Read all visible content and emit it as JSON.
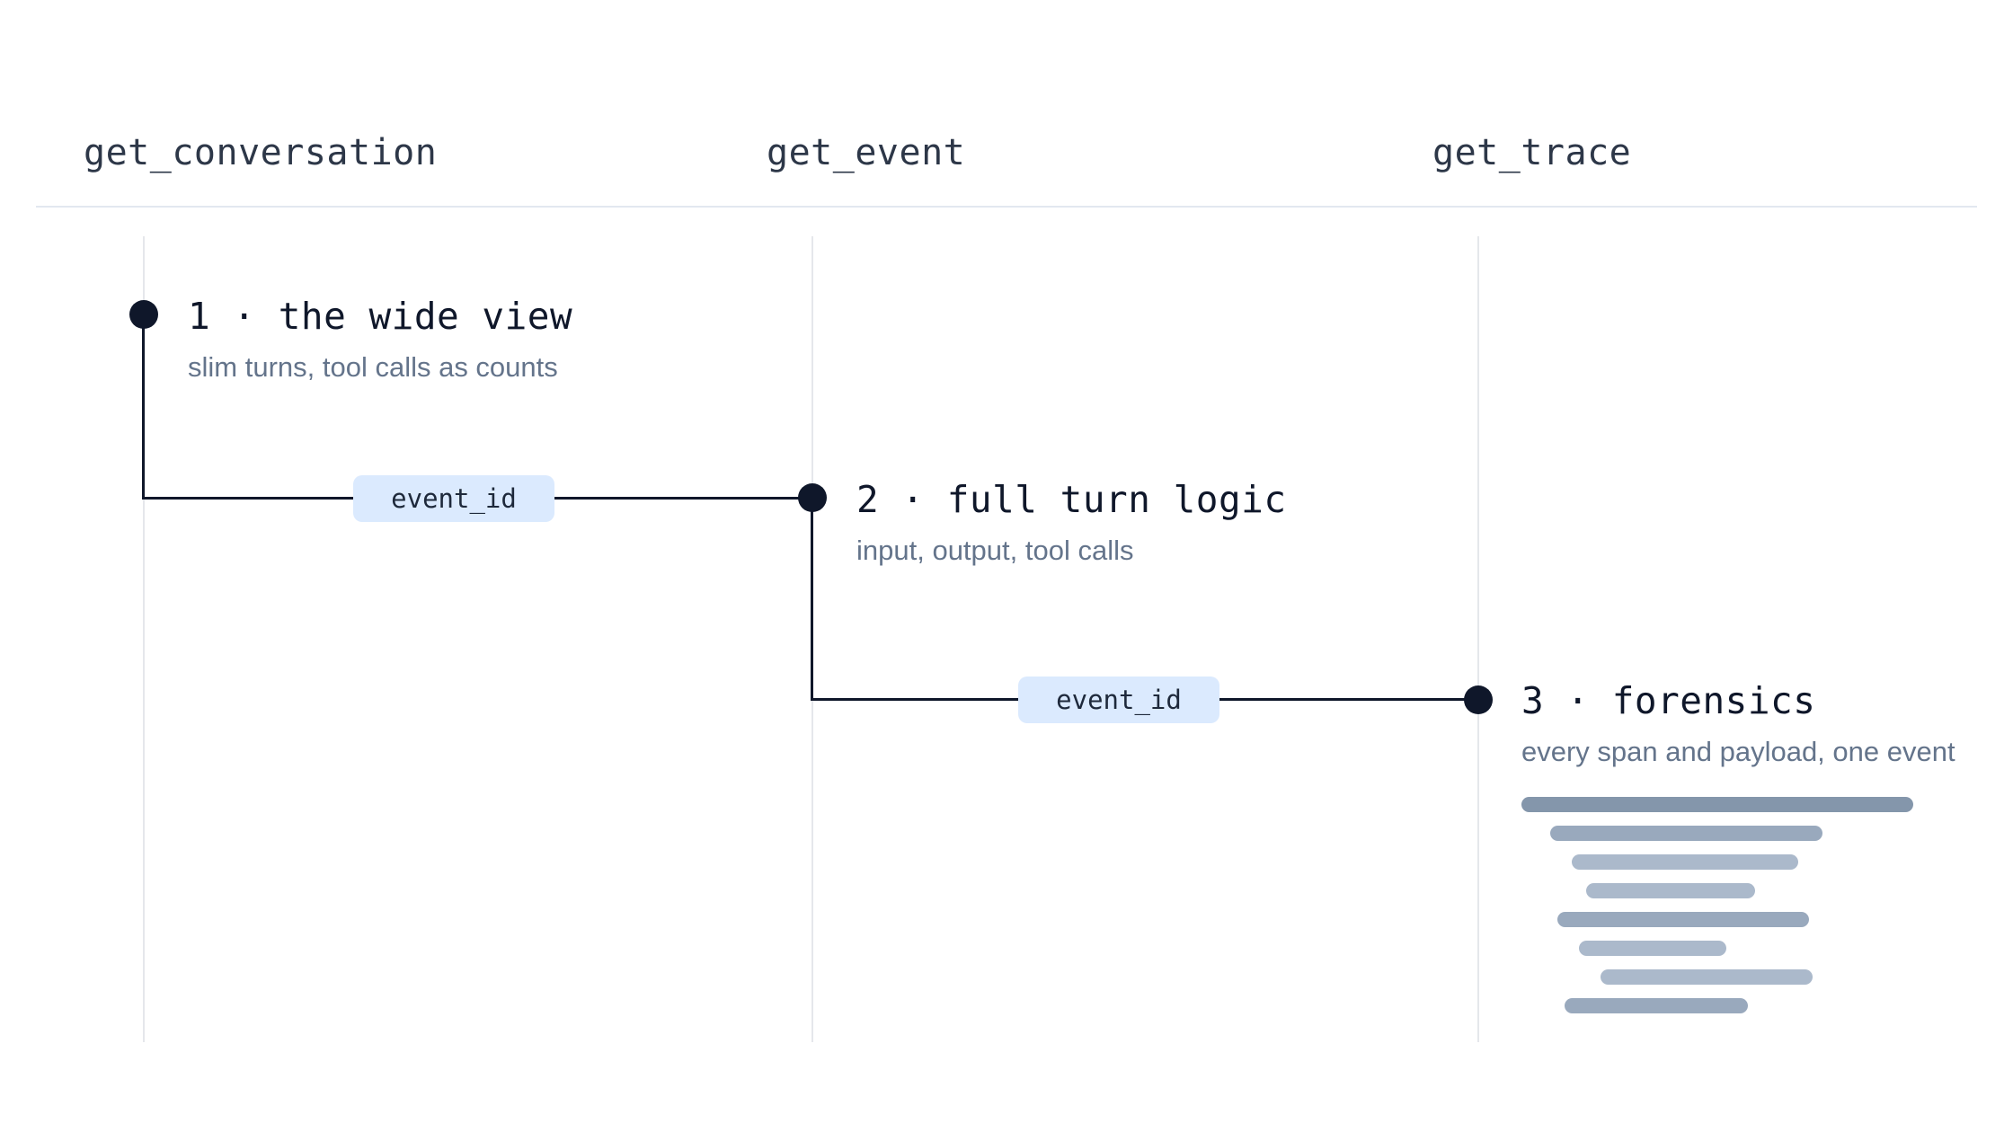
{
  "columns": [
    {
      "title": "get_conversation"
    },
    {
      "title": "get_event"
    },
    {
      "title": "get_trace"
    }
  ],
  "steps": [
    {
      "title": "1 · the wide view",
      "subtitle": "slim turns, tool calls as counts"
    },
    {
      "title": "2 · full turn logic",
      "subtitle": "input, output, tool calls"
    },
    {
      "title": "3 · forensics",
      "subtitle": "every span and payload, one event"
    }
  ],
  "connectors": [
    {
      "label": "event_id"
    },
    {
      "label": "event_id"
    }
  ],
  "colors": {
    "node": "#0f172a",
    "chip_bg": "#dbeafe",
    "span_dark": "#8496ab",
    "span_mid": "#99a9bd",
    "span_light": "#abb9cb"
  }
}
